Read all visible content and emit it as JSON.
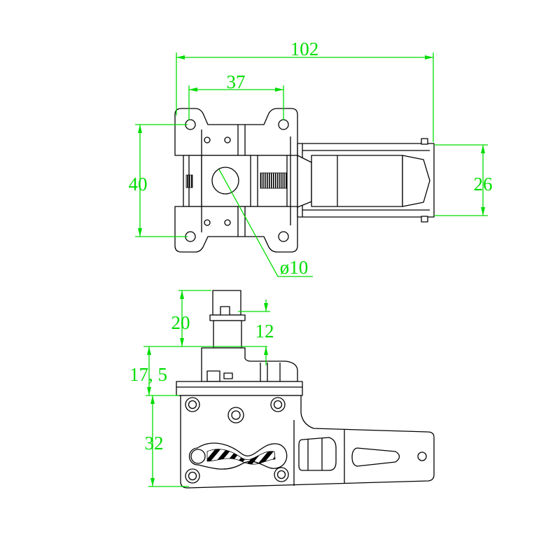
{
  "colors": {
    "dimension": "#00dd00",
    "outline": "#000000"
  },
  "dimensions": {
    "overall_length": "102",
    "hole_spacing": "37",
    "flange_height": "40",
    "arm_width": "26",
    "bore_diameter": "ø10",
    "shaft_height": "20",
    "shaft_offset": "12",
    "block_height": "17, 5",
    "body_height": "32"
  }
}
